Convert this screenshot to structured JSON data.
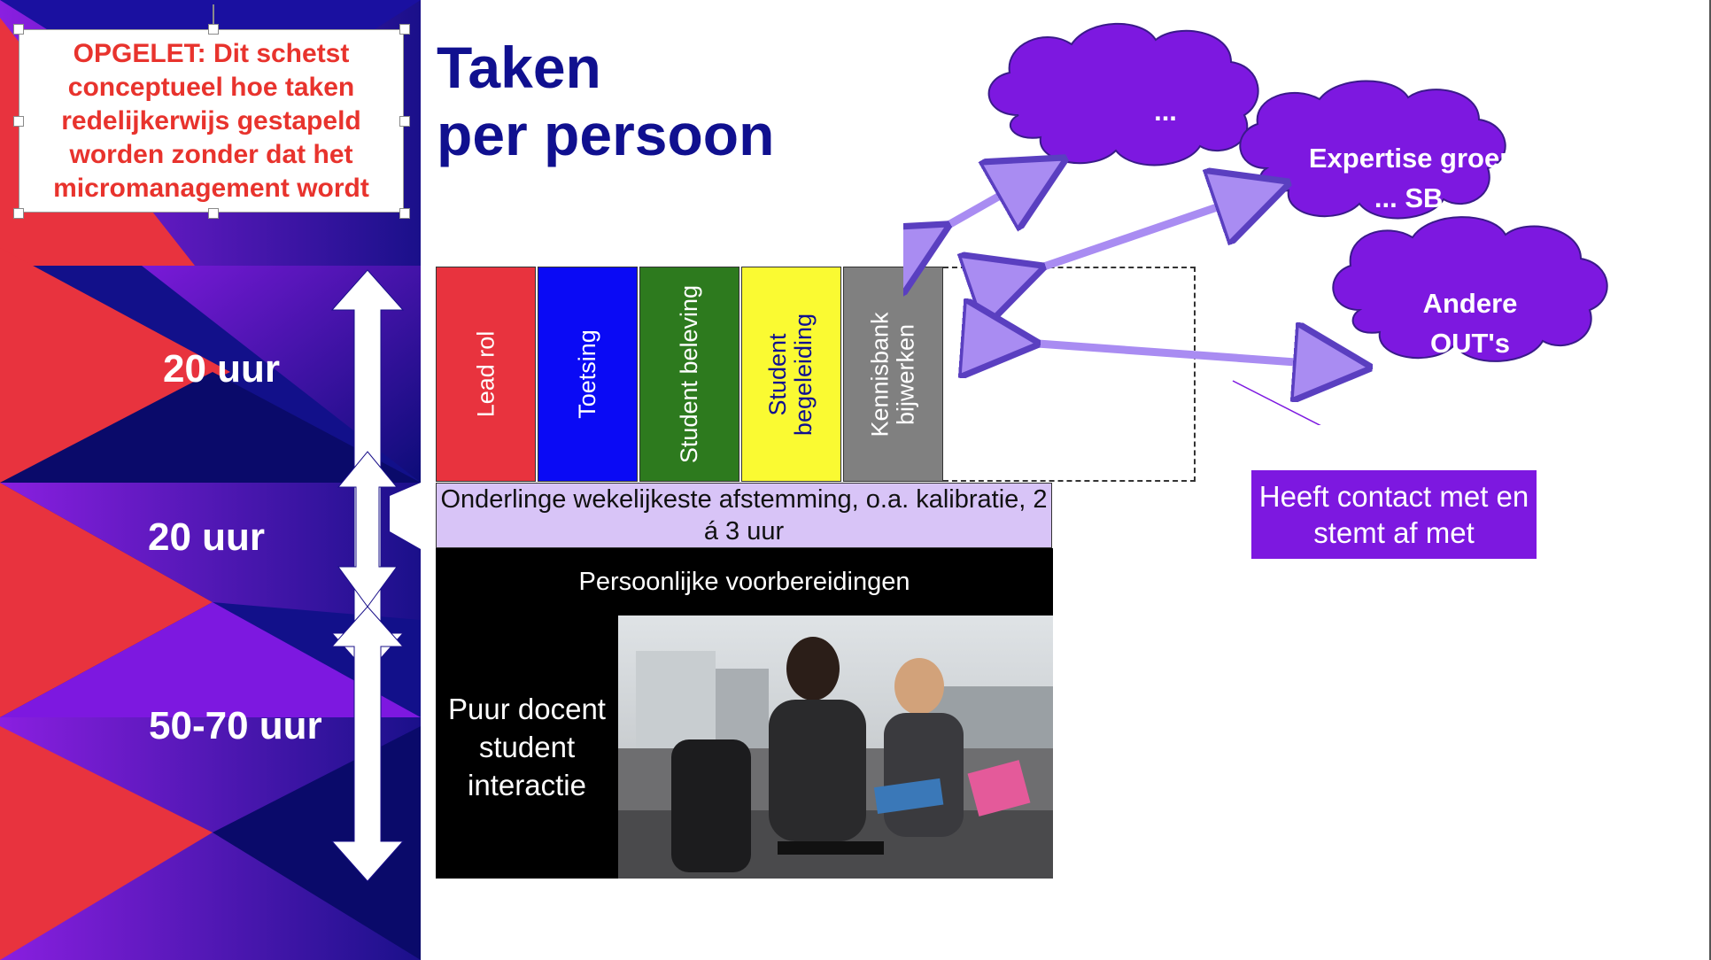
{
  "warning": {
    "text": "OPGELET: Dit schetst conceptueel hoe taken redelijkerwijs gestapeld worden zonder dat het micromanagement wordt"
  },
  "title": {
    "line1": "Taken",
    "line2": "per persoon"
  },
  "hours": {
    "block1": "20 uur",
    "block2": "20 uur",
    "block3": "50-70 uur"
  },
  "tasks": [
    {
      "label": "Lead rol",
      "color": "#e8333e",
      "text_color": "#ffffff"
    },
    {
      "label": "Toetsing",
      "color": "#0a0af5",
      "text_color": "#ffffff"
    },
    {
      "label": "Student beleving",
      "color": "#2d7a1e",
      "text_color": "#ffffff"
    },
    {
      "label": "Student\nbegeleiding",
      "color": "#fafa32",
      "text_color": "#10108f"
    },
    {
      "label": "Kennisbank\nbijwerken",
      "color": "#808080",
      "text_color": "#ffffff"
    }
  ],
  "afstemming": "Onderlinge wekelijkeste afstemming, o.a. kalibratie, 2 á 3 uur",
  "voorbereidingen": "Persoonlijke voorbereidingen",
  "interactie": "Puur docent student interactie",
  "clouds": [
    {
      "label": "..."
    },
    {
      "label": "Expertise groep ... SB,"
    },
    {
      "label": "Andere OUT's"
    }
  ],
  "contact_label": "Heeft contact met en stemt af met",
  "colors": {
    "navy": "#10108f",
    "purple": "#7d18e0",
    "red": "#e8333e",
    "lavender": "#d8c4f7"
  }
}
